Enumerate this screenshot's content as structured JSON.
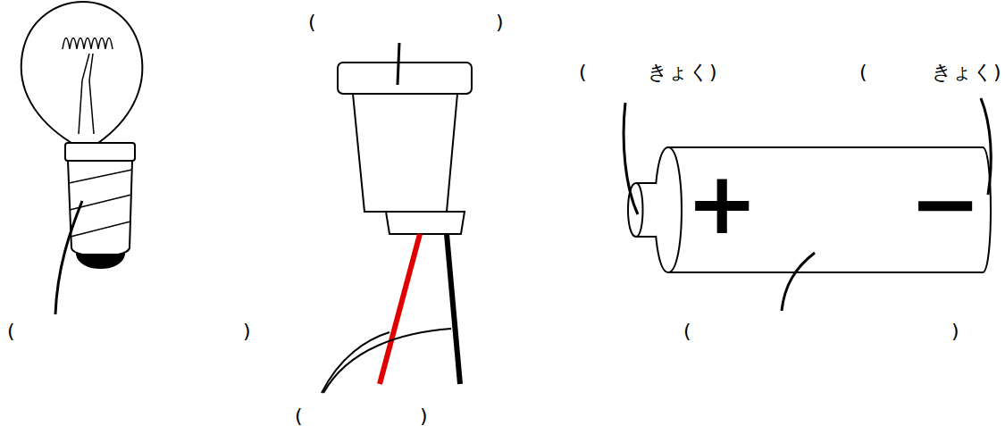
{
  "diagram": {
    "labels": [
      "(",
      ")",
      "(",
      "きょく)",
      "(",
      "きょく)",
      "+",
      "−",
      "(",
      ")",
      "(",
      ")",
      "(",
      ")"
    ]
  }
}
